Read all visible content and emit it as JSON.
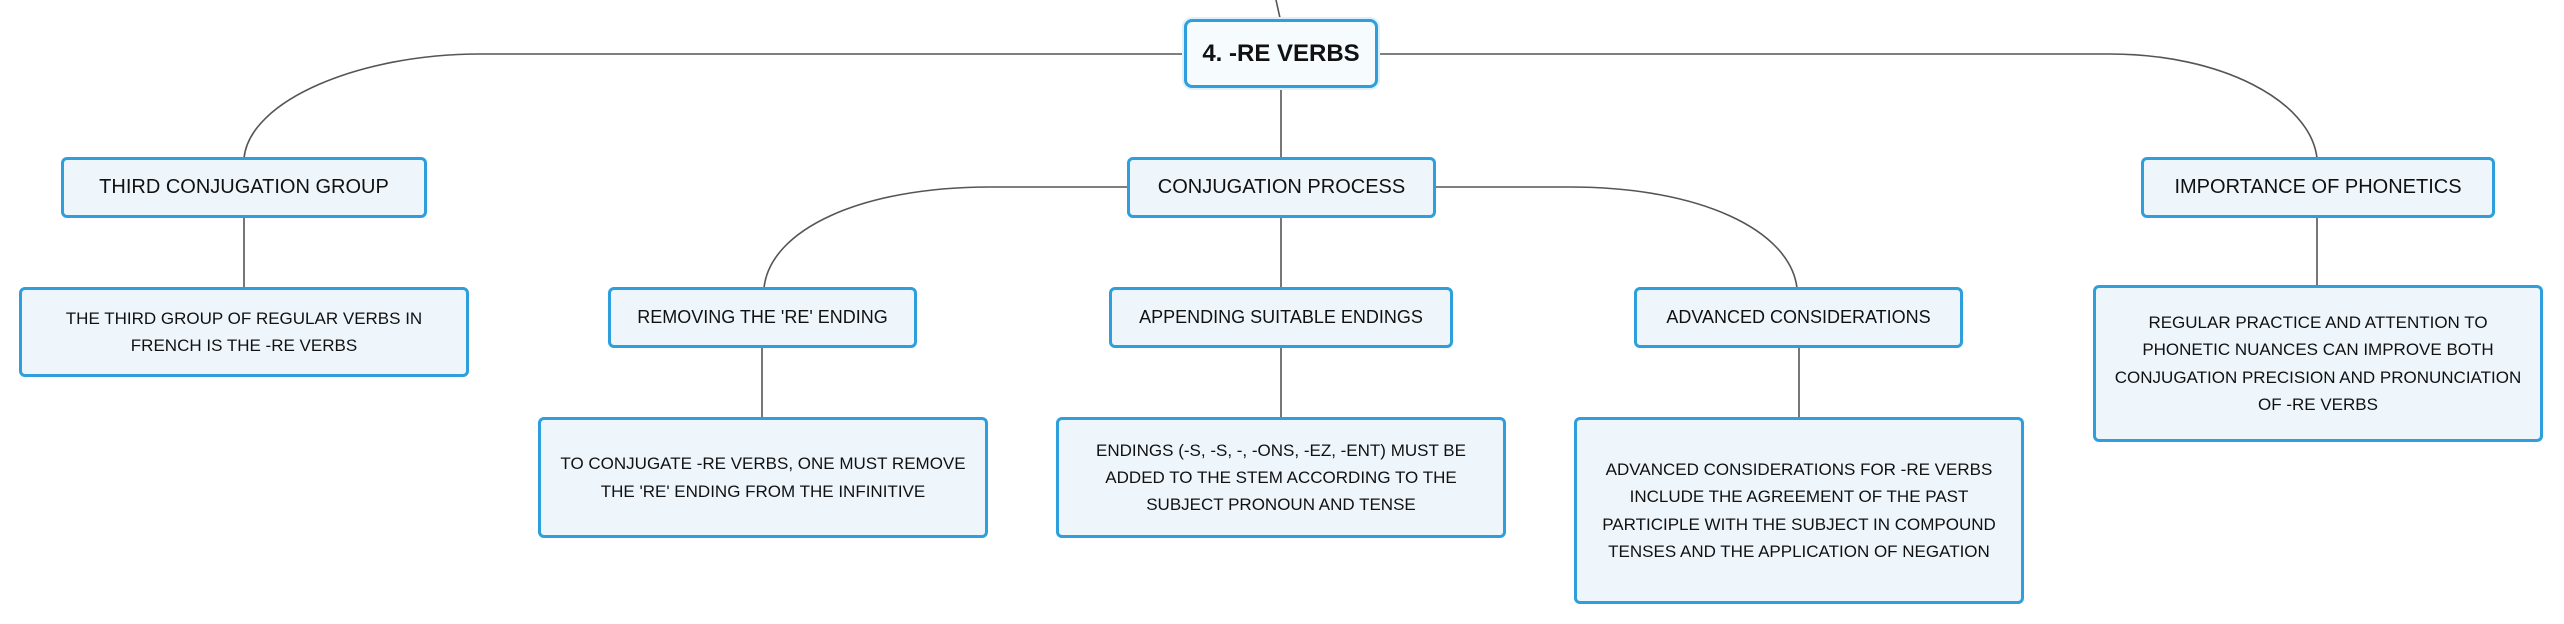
{
  "colors": {
    "border": "#2e9fdc",
    "fill": "#eef6fc",
    "line": "#555555"
  },
  "root": {
    "title": "4. -RE VERBS"
  },
  "branches": [
    {
      "title": "THIRD CONJUGATION GROUP",
      "desc": "THE THIRD GROUP OF REGULAR VERBS IN FRENCH IS THE -RE VERBS"
    },
    {
      "title": "CONJUGATION PROCESS",
      "children": [
        {
          "title": "REMOVING THE 'RE' ENDING",
          "desc": "TO CONJUGATE -RE VERBS, ONE MUST REMOVE THE 'RE' ENDING FROM THE INFINITIVE"
        },
        {
          "title": "APPENDING SUITABLE ENDINGS",
          "desc": "ENDINGS (-S, -S, -, -ONS, -EZ, -ENT) MUST BE ADDED TO THE STEM ACCORDING TO THE SUBJECT PRONOUN AND TENSE"
        },
        {
          "title": "ADVANCED CONSIDERATIONS",
          "desc": "ADVANCED CONSIDERATIONS FOR -RE VERBS INCLUDE THE AGREEMENT OF THE PAST PARTICIPLE WITH THE SUBJECT IN COMPOUND TENSES AND THE APPLICATION OF NEGATION"
        }
      ]
    },
    {
      "title": "IMPORTANCE OF PHONETICS",
      "desc": "REGULAR PRACTICE AND ATTENTION TO PHONETIC NUANCES CAN IMPROVE BOTH CONJUGATION PRECISION AND PRONUNCIATION OF -RE VERBS"
    }
  ]
}
